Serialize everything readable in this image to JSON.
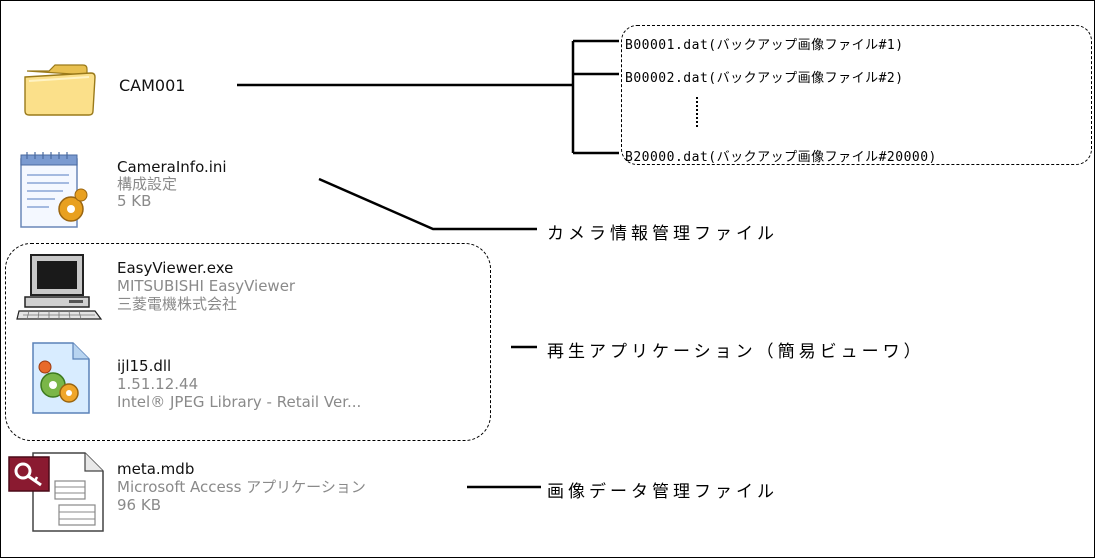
{
  "folder": {
    "name": "CAM001",
    "icon": "folder-icon"
  },
  "dat_files": [
    "B00001.dat(バックアップ画像ファイル#1)",
    "B00002.dat(バックアップ画像ファイル#2)",
    "B20000.dat(バックアップ画像ファイル#20000)"
  ],
  "camera_info": {
    "name": "CameraInfo.ini",
    "type": "構成設定",
    "size": "5 KB",
    "icon": "ini-settings-icon"
  },
  "easy_viewer": {
    "name": "EasyViewer.exe",
    "description": "MITSUBISHI EasyViewer",
    "company": "三菱電機株式会社",
    "icon": "computer-icon"
  },
  "ijl15": {
    "name": "ijl15.dll",
    "version": "1.51.12.44",
    "description": "Intel® JPEG Library - Retail Ver...",
    "icon": "dll-gear-icon"
  },
  "meta_mdb": {
    "name": "meta.mdb",
    "type": "Microsoft Access アプリケーション",
    "size": "96 KB",
    "icon": "access-db-icon"
  },
  "callouts": {
    "camera_info": "カメラ情報管理ファイル",
    "player": "再生アプリケーション（簡易ビューワ）",
    "image_data": "画像データ管理ファイル"
  }
}
